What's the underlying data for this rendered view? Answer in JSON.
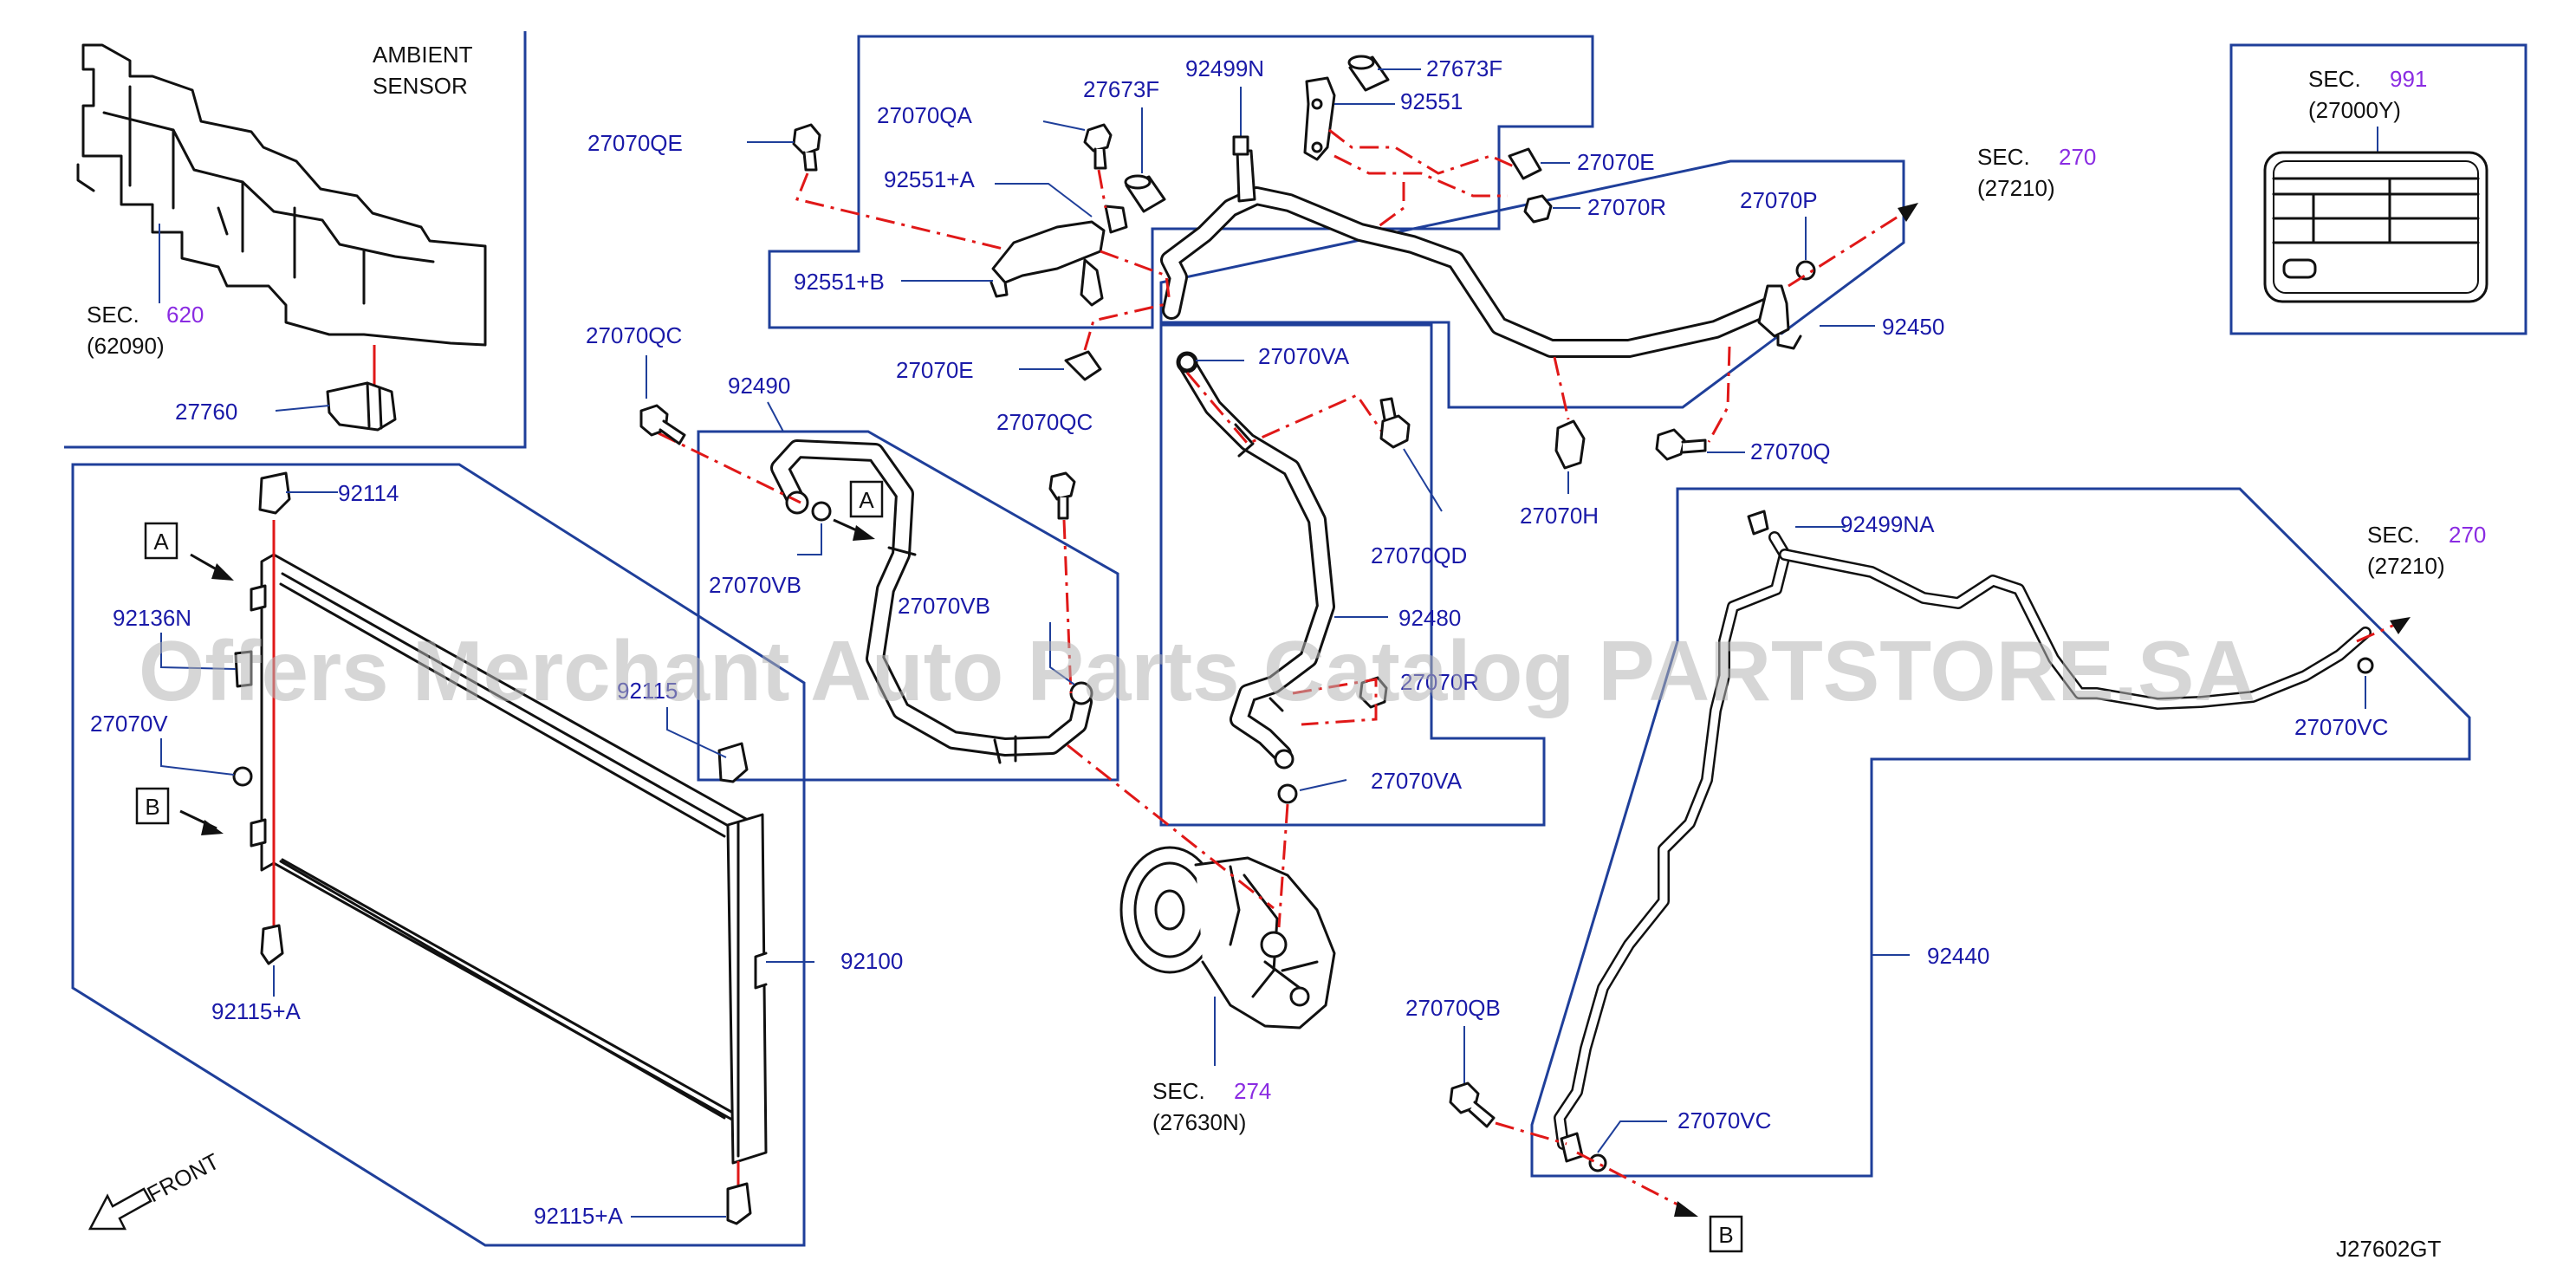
{
  "diagram_code": "J27602GT",
  "watermark": "Offers Merchant Auto Parts Catalog PARTSTORE.SA",
  "colors": {
    "label": "#1a1aa8",
    "frame": "#1f3f9a",
    "centerline": "#e01818",
    "section_ref": "#8a2be2",
    "watermark": "#b5b5b5"
  },
  "ambient_sensor": {
    "line1": "AMBIENT",
    "line2": "SENSOR"
  },
  "section_refs": {
    "s620": {
      "prefix": "SEC.",
      "number": "620",
      "part": "(62090)"
    },
    "s274": {
      "prefix": "SEC.",
      "number": "274",
      "part": "(27630N)"
    },
    "s270a": {
      "prefix": "SEC.",
      "number": "270",
      "part": "(27210)"
    },
    "s270b": {
      "prefix": "SEC.",
      "number": "270",
      "part": "(27210)"
    },
    "s991": {
      "prefix": "SEC.",
      "number": "991",
      "part": "(27000Y)"
    }
  },
  "front_label": "FRONT",
  "markers": {
    "a": "A",
    "b": "B"
  },
  "labels": {
    "p27760": "27760",
    "p27070QE": "27070QE",
    "p27070QA": "27070QA",
    "p27673F_a": "27673F",
    "p92499N": "92499N",
    "p27673F_b": "27673F",
    "p92551": "92551",
    "p92551A": "92551+A",
    "p92551B": "92551+B",
    "p27070E_a": "27070E",
    "p27070R": "27070R",
    "p27070P": "27070P",
    "p92450": "92450",
    "p27070E_b": "27070E",
    "p27070QC_a": "27070QC",
    "p92490": "92490",
    "p27070QC_b": "27070QC",
    "p27070VA_a": "27070VA",
    "p27070QD": "27070QD",
    "p27070H": "27070H",
    "p27070Q": "27070Q",
    "p92114": "92114",
    "p92136N": "92136N",
    "p27070V": "27070V",
    "p27070VB_a": "27070VB",
    "p27070VB_b": "27070VB",
    "p92480": "92480",
    "p27070R_b": "27070R",
    "p92115": "92115",
    "p27070VA_b": "27070VA",
    "p92499NA": "92499NA",
    "p27070VC_a": "27070VC",
    "p92100": "92100",
    "p92115A_a": "92115+A",
    "p92115A_b": "92115+A",
    "p92440": "92440",
    "p27070QB": "27070QB",
    "p27070VC_b": "27070VC"
  }
}
